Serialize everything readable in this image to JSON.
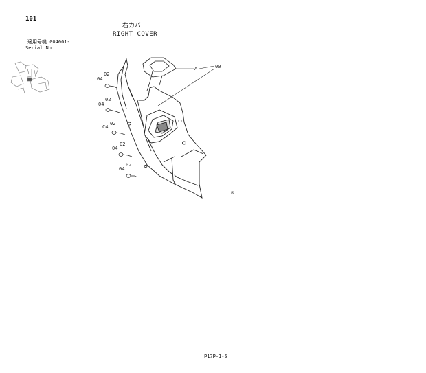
{
  "header": {
    "page_number": "101",
    "title_jp": "右カバー",
    "title_en": "RIGHT COVER",
    "serial_jp": "適用号機 004001-",
    "serial_en": "Serial No"
  },
  "diagram": {
    "callouts": {
      "top_left_a": "04",
      "top_left_b": "02",
      "mid1_a": "04",
      "mid1_b": "02",
      "mid2_a": "C4",
      "mid2_b": "02",
      "low1_a": "04",
      "low1_b": "02",
      "low2_a": "04",
      "low2_b": "02",
      "ref_a": "A",
      "ref_00": "00",
      "mark": "®"
    }
  },
  "footer": {
    "code": "P17P-1-5"
  }
}
